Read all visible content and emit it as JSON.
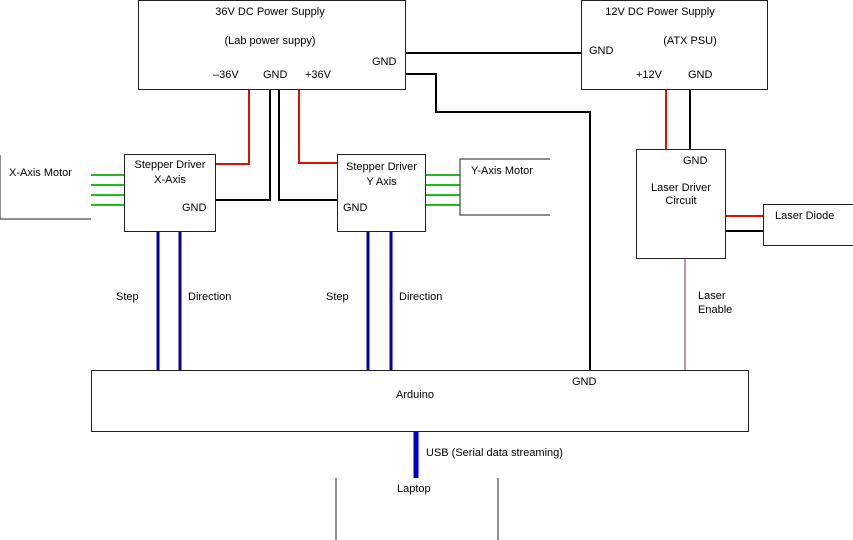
{
  "psu36": {
    "title": "36V DC Power Supply",
    "subtitle": "(Lab power suppy)",
    "neg": "–36V",
    "gnd_bottom": "GND",
    "pos": "+36V",
    "gnd_right": "GND"
  },
  "psu12": {
    "title": "12V DC Power Supply",
    "subtitle": "(ATX PSU)",
    "gnd_left": "GND",
    "pos": "+12V",
    "gnd_bottom": "GND"
  },
  "x_motor": {
    "label": "X-Axis Motor"
  },
  "y_motor": {
    "label": "Y-Axis Motor"
  },
  "driver_x": {
    "title": "Stepper Driver",
    "axis": "X-Axis",
    "gnd": "GND"
  },
  "driver_y": {
    "title": "Stepper Driver",
    "axis": "Y Axis",
    "gnd": "GND"
  },
  "laser_driver": {
    "gnd": "GND",
    "title": "Laser Driver",
    "subtitle": "Circuit"
  },
  "laser_diode": {
    "label": "Laser Diode"
  },
  "signals": {
    "x_step": "Step",
    "x_direction": "Direction",
    "y_step": "Step",
    "y_direction": "Direction",
    "laser_enable_1": "Laser",
    "laser_enable_2": "Enable"
  },
  "arduino": {
    "title": "Arduino",
    "gnd": "GND"
  },
  "usb": {
    "label": "USB (Serial data streaming)"
  },
  "laptop": {
    "label": "Laptop"
  },
  "colors": {
    "power": "#dd1100",
    "ground": "#000000",
    "signal": "#0000aa",
    "motor": "#22bb22",
    "enable": "#7a2a4a",
    "usb": "#0000cc"
  }
}
